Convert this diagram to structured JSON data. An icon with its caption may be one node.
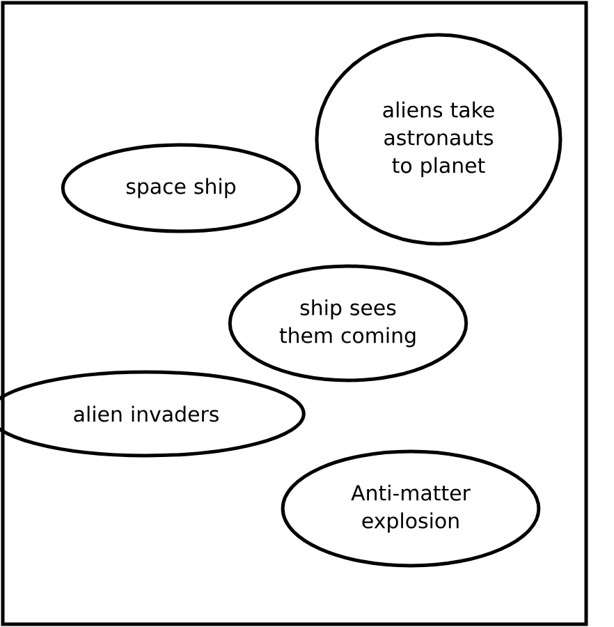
{
  "diagram": {
    "nodes": [
      {
        "text": [
          "aliens take astronauts to planet"
        ]
      },
      {
        "text": [
          "space ship"
        ]
      },
      {
        "text": [
          "ship sees them coming"
        ]
      },
      {
        "text": [
          "alien invaders"
        ]
      },
      {
        "text": [
          "Anti-matter explosion"
        ]
      }
    ]
  }
}
